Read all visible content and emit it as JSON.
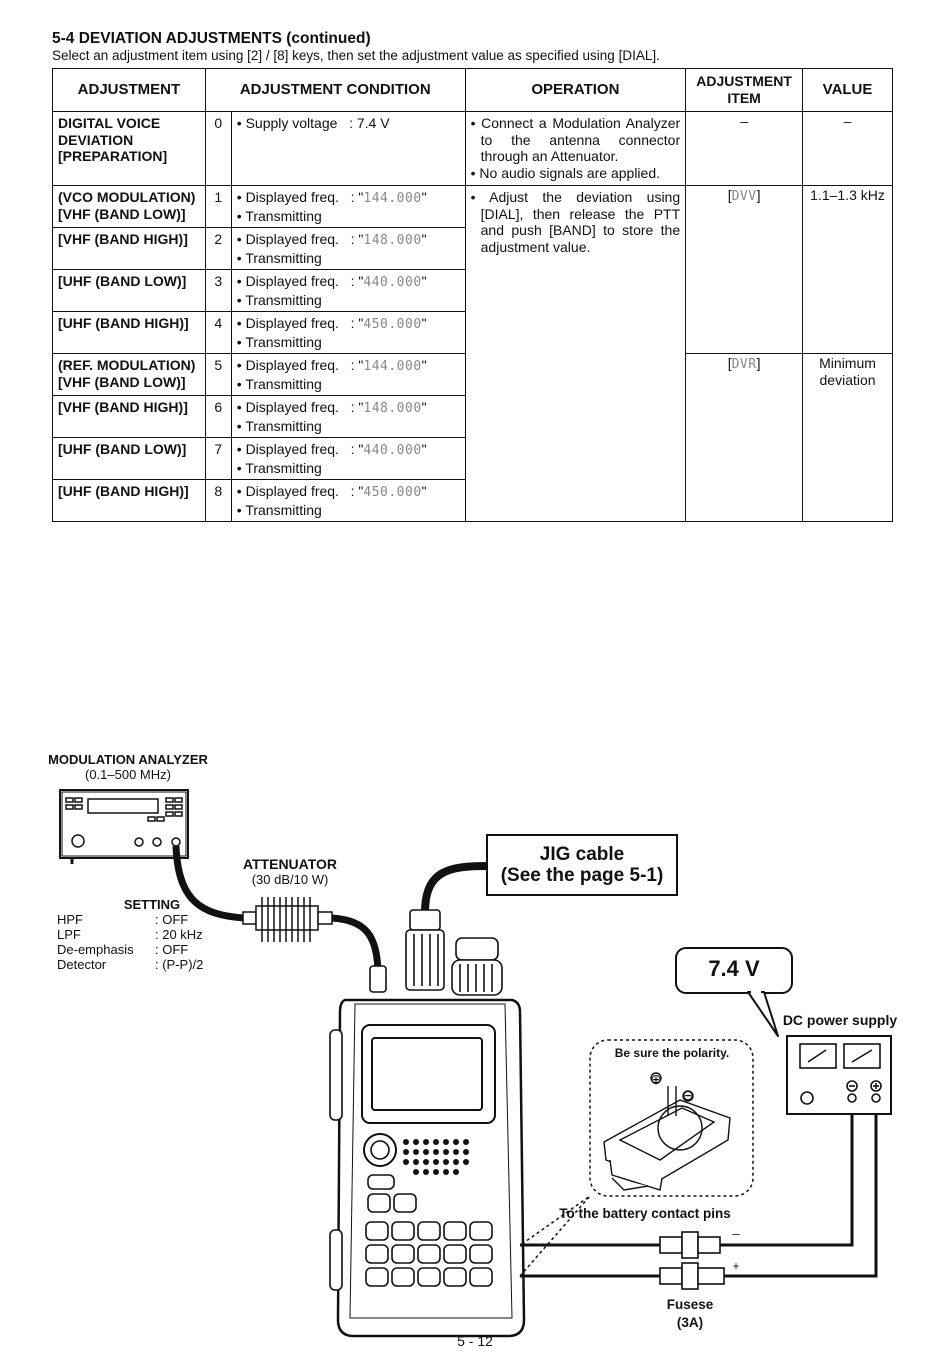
{
  "header": {
    "title": "5-4 DEVIATION ADJUSTMENTS (continued)",
    "subtitle": "Select an adjustment item using [2] / [8] keys, then set the adjustment value as specified using [DIAL]."
  },
  "table": {
    "headers": [
      "ADJUSTMENT",
      "ADJUSTMENT CONDITION",
      "OPERATION",
      "ADJUSTMENT ITEM",
      "VALUE"
    ],
    "rows": [
      {
        "name": [
          "DIGITAL VOICE",
          "DEVIATION",
          "[PREPARATION]"
        ],
        "num": "0",
        "cond1": "• Supply voltage",
        "cond1_val": ": 7.4 V",
        "cond2": ""
      },
      {
        "name": [
          "(VCO MODULATION)",
          "[VHF (BAND LOW)]"
        ],
        "num": "1",
        "cond1": "• Displayed freq.",
        "cond1_pre": ": \"",
        "cond1_seg": "144.000",
        "cond1_post": "\"",
        "cond2": "• Transmitting"
      },
      {
        "name": [
          "[VHF (BAND HIGH)]"
        ],
        "num": "2",
        "cond1": "• Displayed freq.",
        "cond1_pre": ": \"",
        "cond1_seg": "148.000",
        "cond1_post": "\"",
        "cond2": "• Transmitting"
      },
      {
        "name": [
          "[UHF (BAND LOW)]"
        ],
        "num": "3",
        "cond1": "• Displayed freq.",
        "cond1_pre": ": \"",
        "cond1_seg": "440.000",
        "cond1_post": "\"",
        "cond2": "• Transmitting"
      },
      {
        "name": [
          "[UHF (BAND HIGH)]"
        ],
        "num": "4",
        "cond1": "• Displayed freq.",
        "cond1_pre": ": \"",
        "cond1_seg": "450.000",
        "cond1_post": "\"",
        "cond2": "• Transmitting"
      },
      {
        "name": [
          "(REF. MODULATION)",
          "[VHF (BAND LOW)]"
        ],
        "num": "5",
        "cond1": "• Displayed freq.",
        "cond1_pre": ": \"",
        "cond1_seg": "144.000",
        "cond1_post": "\"",
        "cond2": "• Transmitting"
      },
      {
        "name": [
          "[VHF (BAND HIGH)]"
        ],
        "num": "6",
        "cond1": "• Displayed freq.",
        "cond1_pre": ": \"",
        "cond1_seg": "148.000",
        "cond1_post": "\"",
        "cond2": "• Transmitting"
      },
      {
        "name": [
          "[UHF (BAND LOW)]"
        ],
        "num": "7",
        "cond1": "• Displayed freq.",
        "cond1_pre": ": \"",
        "cond1_seg": "440.000",
        "cond1_post": "\"",
        "cond2": "• Transmitting"
      },
      {
        "name": [
          "[UHF (BAND HIGH)]"
        ],
        "num": "8",
        "cond1": "• Displayed freq.",
        "cond1_pre": ": \"",
        "cond1_seg": "450.000",
        "cond1_post": "\"",
        "cond2": "• Transmitting"
      }
    ],
    "op_prep": [
      "• Connect a Modulation Analyzer to the antenna connector through an Attenuator.",
      "• No audio signals are applied."
    ],
    "op_adjust": "• Adjust the deviation using [DIAL], then release the PTT and push [BAND] to store the adjustment value.",
    "prep_item": "–",
    "prep_value": "–",
    "vco_item_pre": "[",
    "vco_item_seg": "DVV",
    "vco_item_post": "]",
    "vco_value": "1.1–1.3 kHz",
    "ref_item_pre": "[",
    "ref_item_seg": "DVR",
    "ref_item_post": "]",
    "ref_value": [
      "Minimum",
      "deviation"
    ]
  },
  "diagram": {
    "mod_analyzer_title": "MODULATION ANALYZER",
    "mod_analyzer_range": "(0.1–500 MHz)",
    "attenuator_title": "ATTENUATOR",
    "attenuator_spec": "(30 dB/10 W)",
    "setting": {
      "title": "SETTING",
      "items": [
        {
          "k": "HPF",
          "v": ": OFF"
        },
        {
          "k": "LPF",
          "v": ": 20 kHz"
        },
        {
          "k": "De-emphasis",
          "v": ": OFF"
        },
        {
          "k": "Detector",
          "v": ": (P-P)/2"
        }
      ]
    },
    "jig_callout": [
      "JIG cable",
      "(See the page 5-1)"
    ],
    "voltage_callout": "7.4 V",
    "dc_supply": "DC power supply",
    "polarity_note": "Be sure the polarity.",
    "battery_pins": "To the battery contact pins",
    "fuse": [
      "Fusese",
      "(3A)"
    ],
    "minus": "–",
    "plus": "+"
  },
  "page_number": "5 - 12"
}
